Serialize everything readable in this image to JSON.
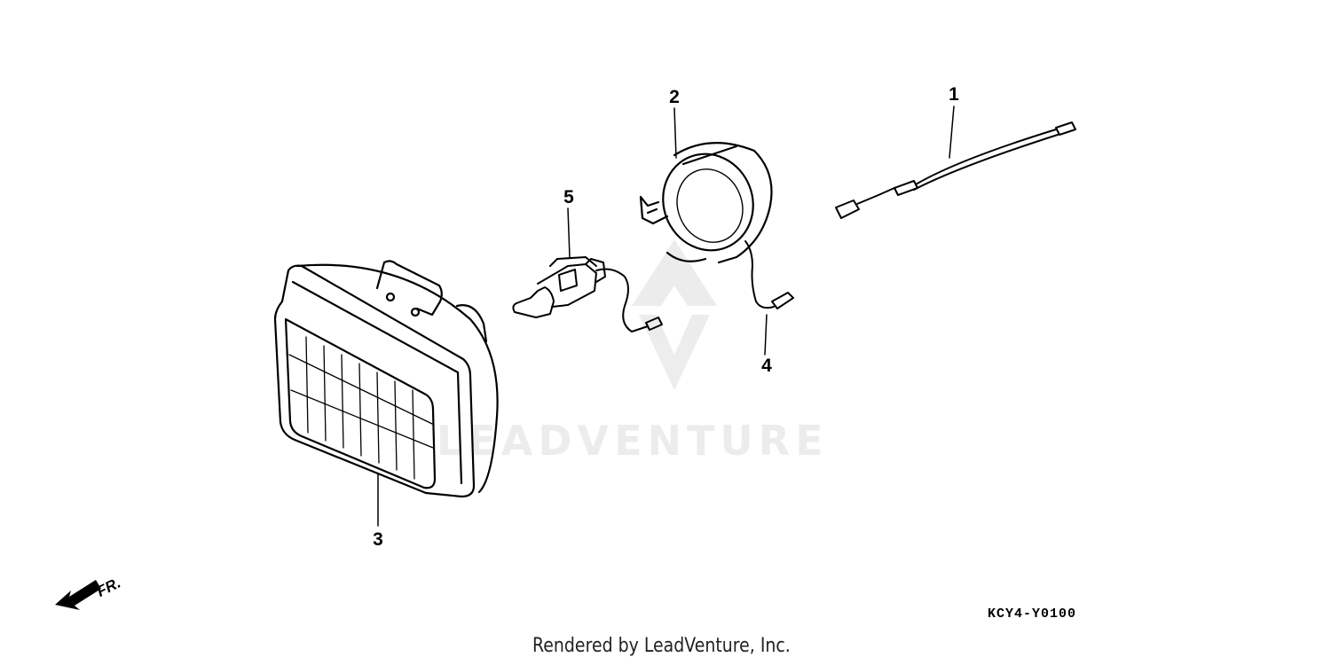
{
  "diagram": {
    "callouts": [
      {
        "number": "1",
        "part": "wire-harness"
      },
      {
        "number": "2",
        "part": "headlight-housing-socket"
      },
      {
        "number": "3",
        "part": "headlight-unit"
      },
      {
        "number": "4",
        "part": "connector-lead"
      },
      {
        "number": "5",
        "part": "bulb-socket-assembly"
      }
    ],
    "direction_marker": "FR.",
    "diagram_code": "KCY4-Y0100",
    "watermark_text": "LEADVENTURE",
    "credit": "Rendered by LeadVenture, Inc."
  }
}
